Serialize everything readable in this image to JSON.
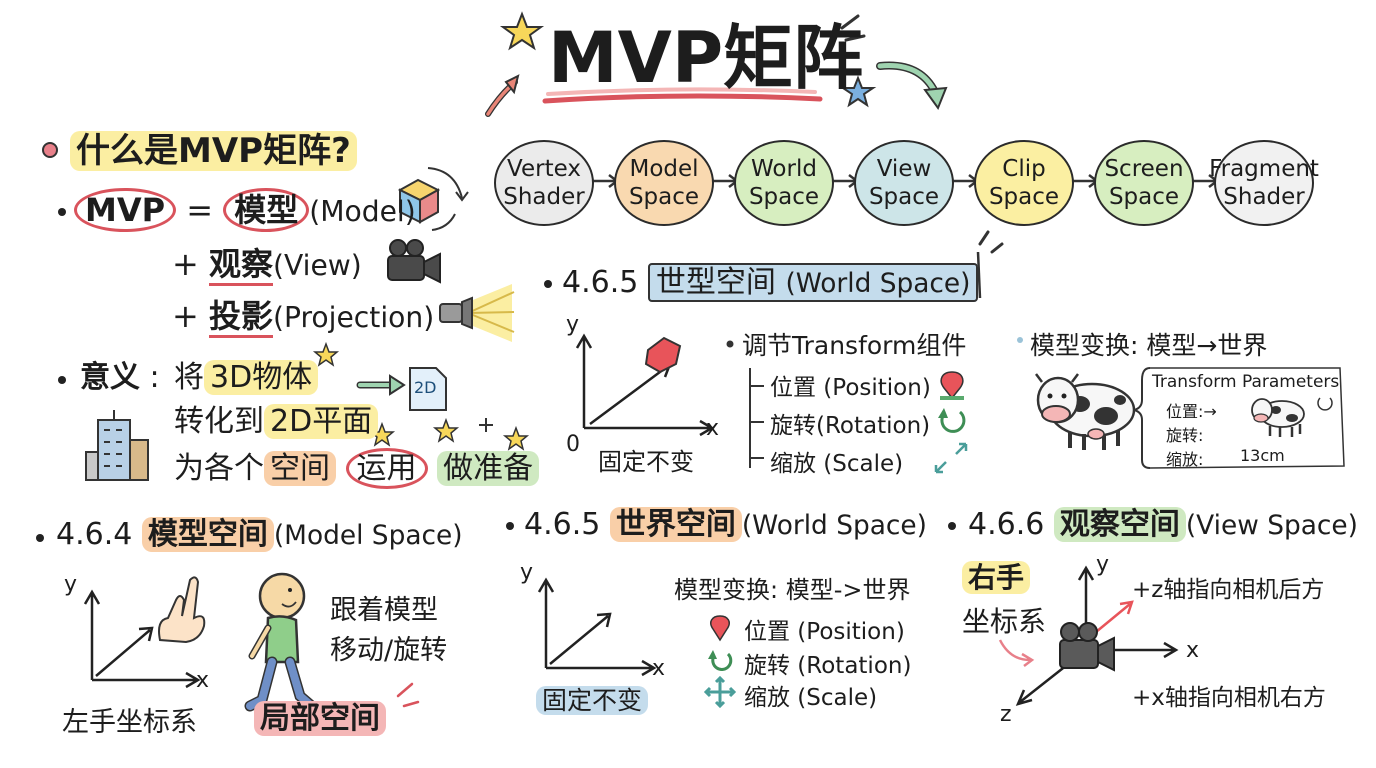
{
  "title": "MVP矩阵",
  "intro": {
    "question": "什么是MVP矩阵?",
    "mvp": "MVP",
    "equals": "=",
    "model_cn": "模型",
    "model_en": "(Model)",
    "plus": "+",
    "view_cn": "观察",
    "view_en": "(View)",
    "proj_cn": "投影",
    "proj_en": "(Projection)",
    "meaning_label": "意义",
    "colon": ":",
    "meaning_1a": "将",
    "meaning_1b": "3D物体",
    "meaning_2a": "转化到",
    "meaning_2b": "2D平面",
    "meaning_3a": "为各个",
    "meaning_3b": "空间",
    "meaning_3c": "运用",
    "meaning_3d": "做准备",
    "doc_label": "2D"
  },
  "pipeline": [
    {
      "label": "Vertex\nShader",
      "color": "#ebebeb"
    },
    {
      "label": "Model\nSpace",
      "color": "#f9d9b0"
    },
    {
      "label": "World\nSpace",
      "color": "#d7eec0"
    },
    {
      "label": "View\nSpace",
      "color": "#cde5e8"
    },
    {
      "label": "Clip\nSpace",
      "color": "#fbefa2"
    },
    {
      "label": "Screen\nSpace",
      "color": "#d7eec0"
    },
    {
      "label": "Fragment\nShader",
      "color": "#f1f1f1"
    }
  ],
  "world_top": {
    "heading_num": "4.6.5",
    "heading_cn": "世型空间",
    "heading_en": "(World Space)",
    "axis_y": "y",
    "axis_x": "x",
    "origin": "0",
    "fixed": "固定不变",
    "transform_title": "调节Transform组件",
    "items": [
      "位置 (Position)",
      "旋转(Rotation)",
      "缩放 (Scale)"
    ],
    "model_transform": "模型变换: 模型→世界",
    "panel_title": "Transform Parameters",
    "panel_rows": [
      "位置:→",
      "旋转:",
      "缩放:"
    ],
    "panel_scale_value": "13cm"
  },
  "model_space": {
    "heading_num": "4.6.4",
    "heading_cn": "模型空间",
    "heading_en": "(Model Space)",
    "axis_y": "y",
    "axis_x": "x",
    "left_hand": "左手坐标系",
    "follow_1": "跟着模型",
    "follow_2": "移动/旋转",
    "local": "局部空间"
  },
  "world_space": {
    "heading_num": "4.6.5",
    "heading_cn": "世界空间",
    "heading_en": "(World Space)",
    "axis_y": "y",
    "axis_x": "x",
    "fixed": "固定不变",
    "transform": "模型变换: 模型->世界",
    "items": [
      "位置 (Position)",
      "旋转 (Rotation)",
      "缩放 (Scale)"
    ]
  },
  "view_space": {
    "heading_num": "4.6.6",
    "heading_cn": "观察空间",
    "heading_en": "(View Space)",
    "right_1": "右手",
    "right_2": "坐标系",
    "axis_y": "y",
    "axis_x": "x",
    "axis_z": "z",
    "z_note": "+z轴指向相机后方",
    "x_note": "+x轴指向相机右方"
  },
  "colors": {
    "accent_red": "#d9535c",
    "highlight_yellow": "#fbeea2",
    "highlight_orange": "#f9cfa8",
    "highlight_green": "#cfe9c1",
    "highlight_pink": "#f4b6b6",
    "highlight_blue": "#c4dcec"
  }
}
